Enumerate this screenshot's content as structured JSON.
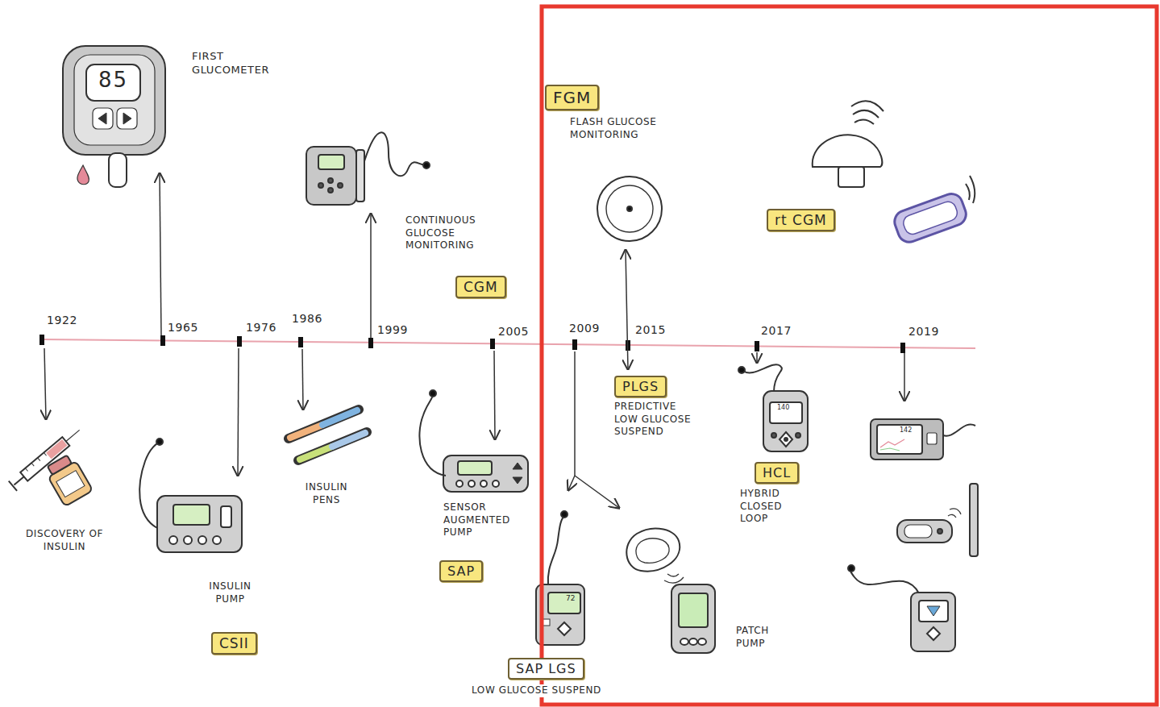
{
  "diagram": {
    "nodes": [
      {
        "text": [
          "CGM"
        ]
      },
      {
        "text": [
          "CSII"
        ]
      },
      {
        "text": [
          "SAP"
        ]
      },
      {
        "text": [
          "FGM"
        ]
      },
      {
        "text": [
          "rt CGM"
        ]
      },
      {
        "text": [
          "PLGS"
        ]
      },
      {
        "text": [
          "HCL"
        ]
      },
      {
        "text": [
          "SAP LGS"
        ]
      }
    ],
    "labels": [
      "FIRST GLUCOMETER",
      "85",
      "CONTINUOUS GLUCOSE MONITORING",
      "1922",
      "1965",
      "1976",
      "1986",
      "1999",
      "2005",
      "2009",
      "2015",
      "2017",
      "2019",
      "DISCOVERY OF INSULIN",
      "INSULIN PUMP",
      "INSULIN PENS",
      "SENSOR AUGMENTED PUMP",
      "FLASH GLUCOSE MONITORING",
      "PREDICTIVE LOW GLUCOSE SUSPEND",
      "HYBRID CLOSED LOOP",
      "PATCH PUMP",
      "LOW GLUCOSE SUSPEND",
      "72",
      "140",
      "142"
    ]
  }
}
